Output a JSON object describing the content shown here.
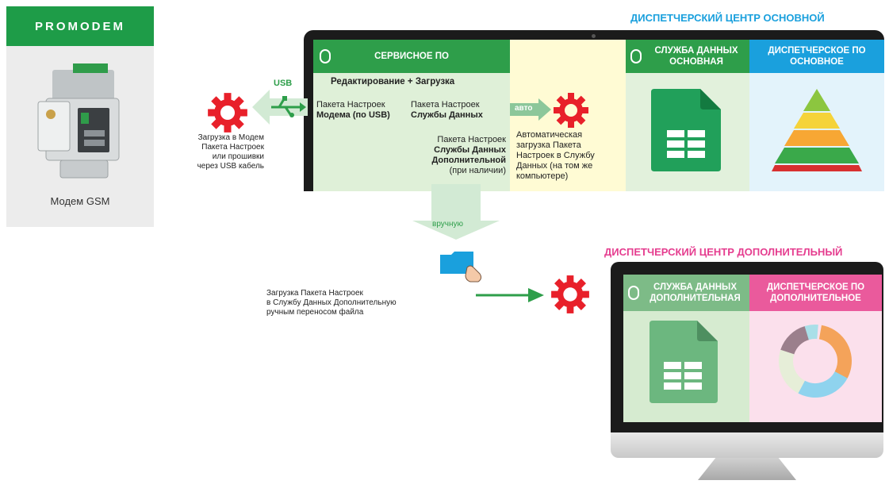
{
  "modem": {
    "brand": "PROMODEM",
    "caption": "Модем GSM"
  },
  "main_center": {
    "title": "ДИСПЕТЧЕРСКИЙ ЦЕНТР ОСНОВНОЙ",
    "service_panel": {
      "header": "СЕРВИСНОЕ ПО",
      "subheader": "Редактирование + Загрузка",
      "item1_line1": "Пакета Настроек",
      "item1_line2": "Модема (по USB)",
      "item2_line1": "Пакета Настроек",
      "item2_line2": "Службы Данных",
      "item3_line1": "Пакета Настроек",
      "item3_line2": "Службы Данных",
      "item3_line3": "Дополнительной",
      "item3_line4": "(при наличии)"
    },
    "auto_panel": {
      "arrow_label": "авто",
      "text_lines": [
        "Автоматическая",
        "загрузка Пакета",
        "Настроек в Службу",
        "Данных (на том же",
        "компьютере)"
      ]
    },
    "data_service_header": [
      "СЛУЖБА ДАННЫХ",
      "ОСНОВНАЯ"
    ],
    "dispatcher_header": [
      "ДИСПЕТЧЕРСКОЕ ПО",
      "ОСНОВНОЕ"
    ]
  },
  "usb_flow": {
    "arrow_label": "USB",
    "note_lines": [
      "Загрузка в Модем",
      "Пакета Настроек",
      "или прошивки",
      "через USB кабель"
    ]
  },
  "manual_flow": {
    "arrow_label": "вручную",
    "note_lines": [
      "Загрузка Пакета Настроек",
      "в Службу Данных Дополнительную",
      "ручным переносом файла"
    ]
  },
  "extra_center": {
    "title": "ДИСПЕТЧЕРСКИЙ ЦЕНТР ДОПОЛНИТЕЛЬНЫЙ",
    "data_service_header": [
      "СЛУЖБА ДАННЫХ",
      "ДОПОЛНИТЕЛЬНАЯ"
    ],
    "dispatcher_header": [
      "ДИСПЕТЧЕРСКОЕ ПО",
      "ДОПОЛНИТЕЛЬНОЕ"
    ]
  },
  "colors": {
    "green_dark": "#2e9e4a",
    "green_light": "#dff0d8",
    "yellow_light": "#fffbd4",
    "blue": "#1aa0dd",
    "pink": "#ea5a9c",
    "gear_red": "#e8202a"
  },
  "icons": [
    "gear-icon",
    "usb-icon",
    "spreadsheet-icon",
    "pyramid-icon",
    "donut-icon",
    "folder-icon",
    "hand-cursor-icon"
  ]
}
